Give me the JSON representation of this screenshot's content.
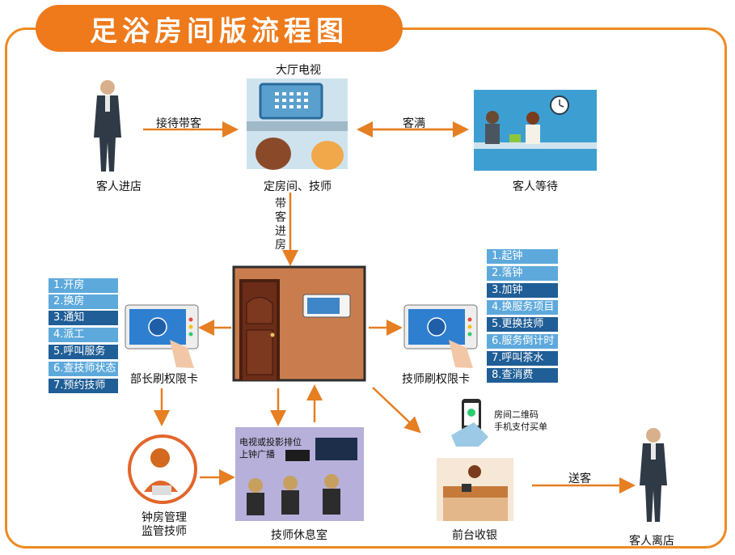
{
  "title": "足浴房间版流程图",
  "labels": {
    "hall_tv": "大厅电视",
    "customer_enter": "客人进店",
    "reception": "接待带客",
    "full": "客满",
    "customer_wait": "客人等待",
    "assign_room": "定房间、技师",
    "bring_to_room": "带客进房",
    "manager_card": "部长刷权限卡",
    "tech_card": "技师刷权限卡",
    "clock_room": "钟房管理\n监管技师",
    "tv_broadcast": "电视或投影排位\n上钟广播",
    "tech_lounge": "技师休息室",
    "qr_pay": "房间二维码\n手机支付买单",
    "front_desk": "前台收银",
    "see_off": "送客",
    "customer_leave": "客人离店"
  },
  "manager_menu": [
    "1.开房",
    "2.换房",
    "3.通知",
    "4.派工",
    "5.呼叫服务",
    "6.查技师状态",
    "7.预约技师"
  ],
  "tech_menu": [
    "1.起钟",
    "2.落钟",
    "3.加钟",
    "4.换服务项目",
    "5.更换技师",
    "6.服务倒计时",
    "7.呼叫茶水",
    "8.查消费"
  ],
  "colors": {
    "accent": "#ee7a1c",
    "arrow": "#e67e22",
    "menu_light": "#5da9dc",
    "menu_dark": "#1f5e96"
  },
  "icons": [
    "man-standing-icon",
    "hall-tv-scene-icon",
    "waiting-room-icon",
    "room-door-icon",
    "card-reader-icon",
    "headset-operator-icon",
    "phone-qr-icon",
    "cashier-icon"
  ]
}
